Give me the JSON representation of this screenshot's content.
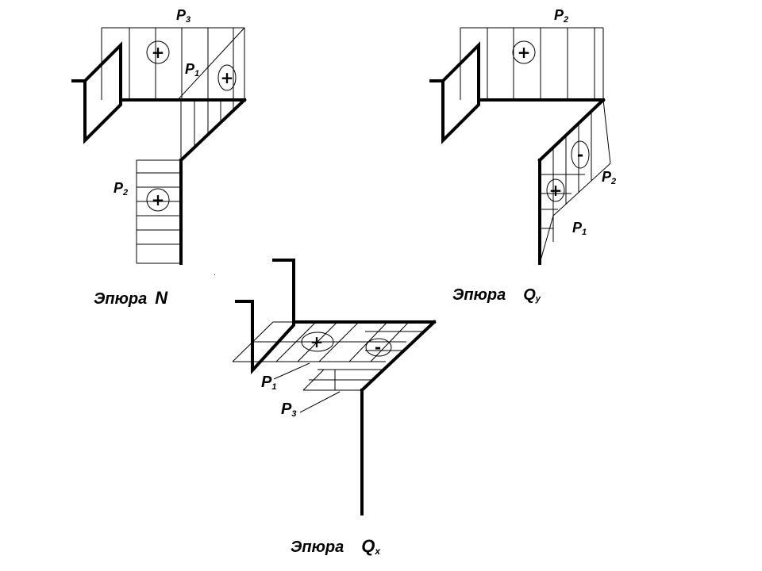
{
  "diagrams": {
    "n": {
      "title": "Эпюра",
      "quantity": "N",
      "signs": [
        "+",
        "+",
        "+"
      ],
      "loads": [
        {
          "letter": "P",
          "index": "3"
        },
        {
          "letter": "P",
          "index": "1"
        },
        {
          "letter": "P",
          "index": "2"
        }
      ]
    },
    "qy": {
      "title": "Эпюра",
      "quantity": "Q",
      "subscript": "y",
      "signs": [
        "+",
        "-",
        "+"
      ],
      "loads": [
        {
          "letter": "P",
          "index": "2"
        },
        {
          "letter": "P",
          "index": "2"
        },
        {
          "letter": "P",
          "index": "1"
        }
      ]
    },
    "qx": {
      "title": "Эпюра",
      "quantity": "Q",
      "subscript": "x",
      "signs": [
        "+",
        "-"
      ],
      "loads": [
        {
          "letter": "P",
          "index": "1"
        },
        {
          "letter": "P",
          "index": "3"
        }
      ]
    }
  }
}
